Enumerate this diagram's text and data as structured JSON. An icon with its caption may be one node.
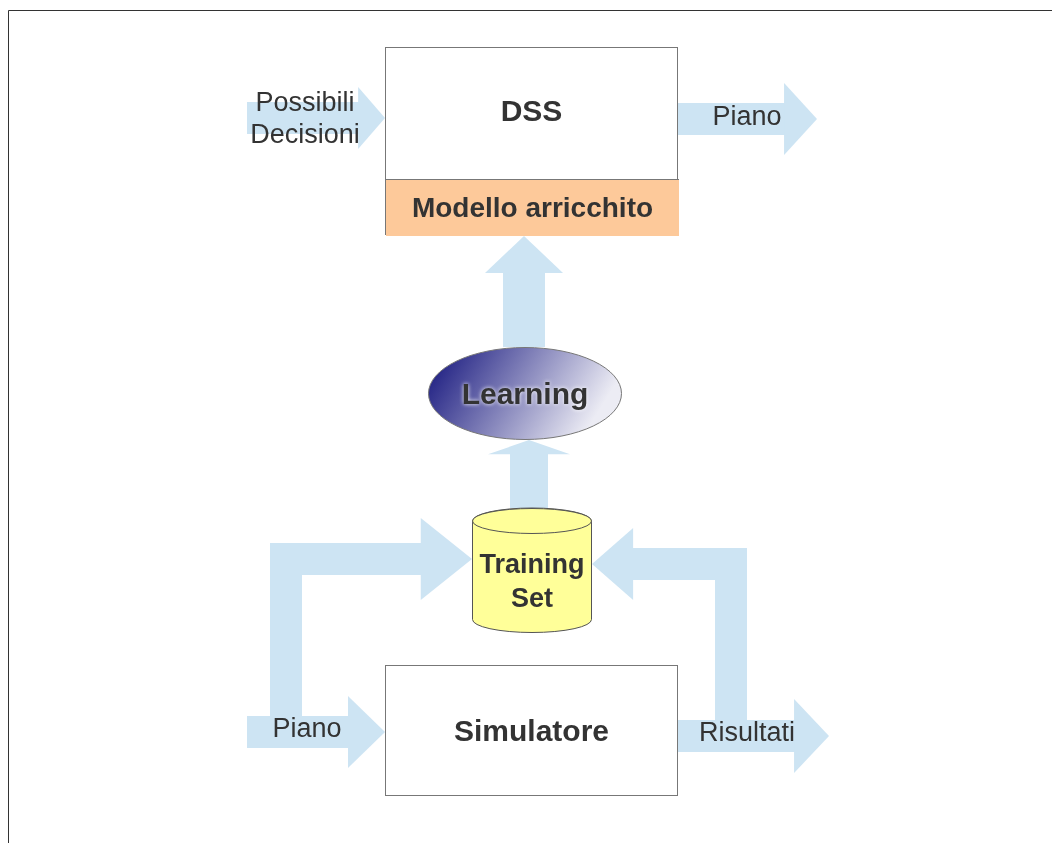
{
  "diagram": {
    "nodes": [
      {
        "text": [
          "DSS"
        ]
      },
      {
        "text": [
          "Modello arricchito"
        ],
        "in": 0
      },
      {
        "text": [
          "Learning"
        ]
      },
      {
        "text": [
          "Training Set"
        ]
      },
      {
        "text": [
          "Simulatore"
        ]
      }
    ],
    "edges": [
      {
        "from": null,
        "to": 0,
        "arrow": "to",
        "label": "Possibili Decisioni"
      },
      {
        "from": 0,
        "to": null,
        "arrow": "to",
        "label": "Piano"
      },
      {
        "from": 2,
        "to": 1,
        "arrow": "to"
      },
      {
        "from": 3,
        "to": 2,
        "arrow": "to"
      },
      {
        "from": null,
        "to": 4,
        "arrow": "to",
        "label": "Piano"
      },
      {
        "from": null,
        "to": 3,
        "arrow": "to"
      },
      {
        "from": 4,
        "to": null,
        "arrow": "to",
        "label": "Risultati"
      },
      {
        "from": 4,
        "to": 3,
        "arrow": "to"
      }
    ]
  }
}
